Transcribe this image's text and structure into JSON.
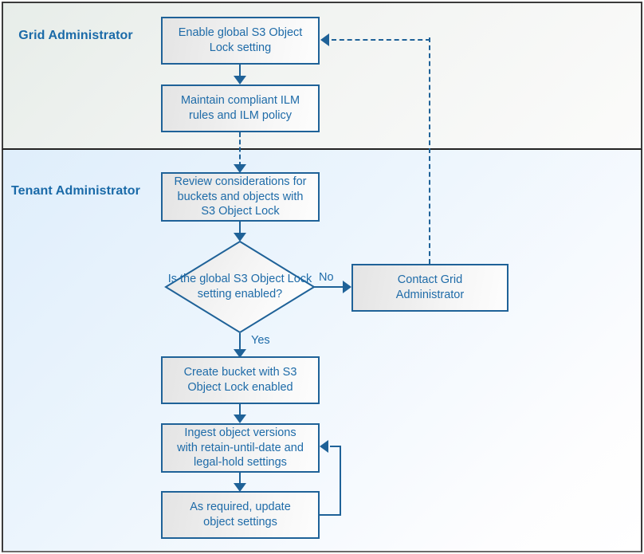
{
  "diagram": {
    "title": "S3 Object Lock workflow",
    "colors": {
      "node_border": "#1f6298",
      "node_text": "#1e6ba8",
      "lane_title": "#1a6aa8",
      "connector": "#1f6298",
      "grid_lane_bg": "#e7ede9",
      "tenant_lane_bg": "#dfeefb",
      "frame_border": "#3b3b3b"
    }
  },
  "lanes": [
    {
      "id": "grid",
      "title": "Grid\nAdministrator",
      "title_line1": "Grid",
      "title_line2": "Administrator"
    },
    {
      "id": "tenant",
      "title": "Tenant\nAdministrator",
      "title_line1": "Tenant",
      "title_line2": "Administrator"
    }
  ],
  "nodes": {
    "enable_global": {
      "type": "process",
      "line1": "Enable global S3 Object",
      "line2": "Lock setting"
    },
    "maintain_ilm": {
      "type": "process",
      "line1": "Maintain compliant ILM",
      "line2": "rules and ILM policy"
    },
    "review_considerations": {
      "type": "process",
      "line1": "Review considerations for",
      "line2": "buckets and objects with",
      "line3": "S3 Object Lock"
    },
    "decision_global_enabled": {
      "type": "decision",
      "line1": "Is the global S3",
      "line2": "Object Lock setting",
      "line3": "enabled?"
    },
    "contact_grid_admin": {
      "type": "process",
      "line1": "Contact Grid",
      "line2": "Administrator"
    },
    "create_bucket": {
      "type": "process",
      "line1": "Create bucket with S3",
      "line2": "Object Lock enabled"
    },
    "ingest_objects": {
      "type": "process",
      "line1": "Ingest object versions",
      "line2": "with retain-until-date and",
      "line3": "legal-hold settings"
    },
    "update_settings": {
      "type": "process",
      "line1": "As required, update",
      "line2": "object settings"
    }
  },
  "edge_labels": {
    "decision_no": "No",
    "decision_yes": "Yes"
  }
}
